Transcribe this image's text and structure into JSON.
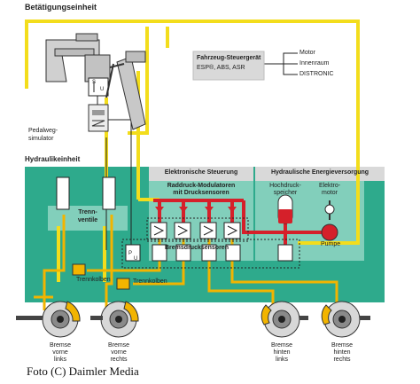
{
  "labels": {
    "betaetigungseinheit": "Betätigungseinheit",
    "pedalweg_1": "Pedalweg-",
    "pedalweg_2": "simulator",
    "hydraulikeinheit": "Hydraulikeinheit",
    "steuergeraet_title": "Fahrzeug-Steuergerät",
    "steuergeraet_sub": "ESP®, ABS, ASR",
    "sys_motor": "Motor",
    "sys_innenraum": "Innenraum",
    "sys_distronic": "DISTRONIC",
    "elektronische_steuerung": "Elektronische Steuerung",
    "hydraulische_versorgung": "Hydraulische Energieversorgung",
    "raddruck_1": "Raddruck-Modulatoren",
    "raddruck_2": "mit Drucksensoren",
    "hochdruck_1": "Hochdruck-",
    "hochdruck_2": "speicher",
    "elektro_1": "Elektro-",
    "elektro_2": "motor",
    "pumpe": "Pumpe",
    "trenn_1": "Trenn-",
    "trenn_2": "ventile",
    "bremsdrucksensoren": "Bremsdrucksensoren",
    "trennkolben_1": "Trennkolben",
    "trennkolben_2": "Trennkolben",
    "sensor_p": "P",
    "sensor_u": "U",
    "valve_s": "S",
    "valve_u": "U",
    "credit": "Foto (C) Daimler Media"
  },
  "brakes": [
    {
      "line1": "Bremse",
      "line2": "vorne",
      "line3": "links"
    },
    {
      "line1": "Bremse",
      "line2": "vorne",
      "line3": "rechts"
    },
    {
      "line1": "Bremse",
      "line2": "hinten",
      "line3": "links"
    },
    {
      "line1": "Bremse",
      "line2": "hinten",
      "line3": "rechts"
    }
  ],
  "colors": {
    "hydraulic_green": "#2eaa8c",
    "panel_green": "#82cfbb",
    "electric_yellow": "#f3dd1c",
    "brake_fluid": "#f2b400",
    "high_pressure_red": "#d5202a",
    "panel_grey": "#d9d9d9"
  }
}
